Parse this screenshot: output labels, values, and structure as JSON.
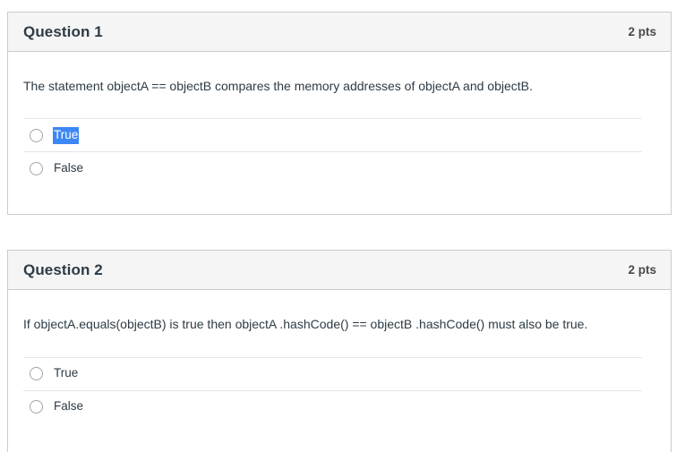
{
  "page": {
    "background_color": "#ffffff",
    "selection_highlight_color": "#3d87f5",
    "card_border_color": "#c7cdd1",
    "header_background_color": "#f5f5f5"
  },
  "questions": [
    {
      "title": "Question 1",
      "points": "2 pts",
      "text": "The statement objectA == objectB compares the memory addresses of objectA and objectB.",
      "answers": [
        {
          "label": "True",
          "selected_text": true,
          "checked": false
        },
        {
          "label": "False",
          "selected_text": false,
          "checked": false
        }
      ]
    },
    {
      "title": "Question 2",
      "points": "2 pts",
      "text": "If objectA.equals(objectB) is true then objectA .hashCode() == objectB .hashCode() must also be true.",
      "answers": [
        {
          "label": "True",
          "selected_text": false,
          "checked": false
        },
        {
          "label": "False",
          "selected_text": false,
          "checked": false
        }
      ]
    }
  ]
}
